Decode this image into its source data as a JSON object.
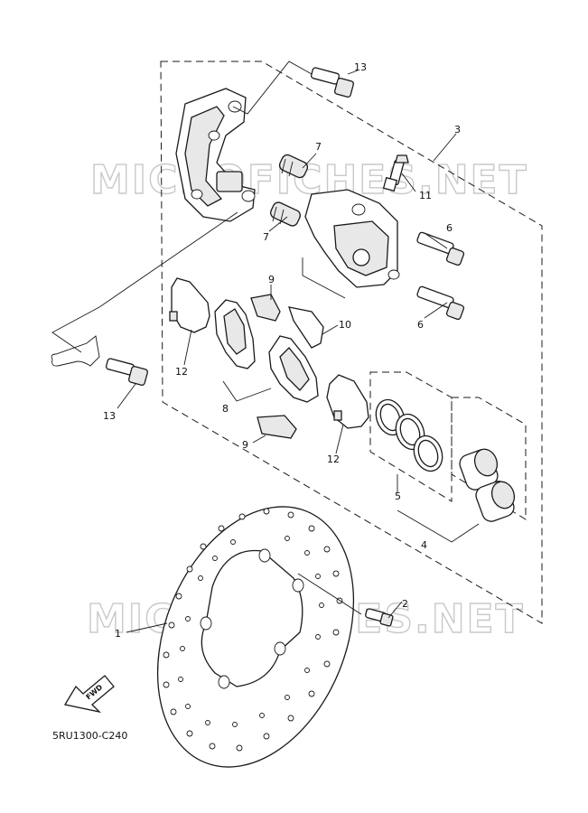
{
  "diagram_code": "5RU1300-C240",
  "watermark": "MICROFICHES.NET",
  "fwd_label": "FWD",
  "callouts": {
    "c1": "1",
    "c2": "2",
    "c3": "3",
    "c4": "4",
    "c5": "5",
    "c6a": "6",
    "c6b": "6",
    "c7a": "7",
    "c7b": "7",
    "c8": "8",
    "c9a": "9",
    "c9b": "9",
    "c10": "10",
    "c11": "11",
    "c12a": "12",
    "c12b": "12",
    "c13a": "13",
    "c13b": "13"
  }
}
